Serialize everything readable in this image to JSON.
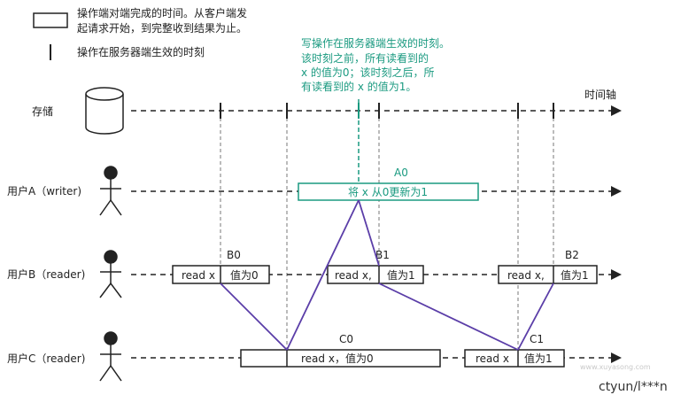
{
  "legend": {
    "box_line1": "操作端对端完成的时间。从客户端发",
    "box_line2": "起请求开始，到完整收到结果为止。",
    "tick_label": "操作在服务器端生效的时刻"
  },
  "note": {
    "line1": "写操作在服务器端生效的时刻。",
    "line2": "该时刻之前，所有读看到的",
    "line3": "x 的值为0；该时刻之后，所",
    "line4": "有读看到的 x 的值为1。"
  },
  "timeline": {
    "axis_label": "时间轴"
  },
  "rows": {
    "storage": "存储",
    "user_a": "用户A（writer)",
    "user_b": "用户B（reader)",
    "user_c": "用户C（reader)"
  },
  "ops": {
    "a0": {
      "id": "A0",
      "text": "将 x 从0更新为1"
    },
    "b0": {
      "id": "B0",
      "left": "read x",
      "right": "值为0"
    },
    "b1": {
      "id": "B1",
      "left": "read x,",
      "right": "值为1"
    },
    "b2": {
      "id": "B2",
      "left": "read x,",
      "right": "值为1"
    },
    "c0": {
      "id": "C0",
      "text": "read x，值为0"
    },
    "c1": {
      "id": "C1",
      "left": "read x",
      "right": "值为1"
    }
  },
  "watermark": {
    "site": "www.xuyasong.com",
    "footer": "ctyun/l***n"
  },
  "colors": {
    "accent_teal": "#1a9a80",
    "link_purple": "#5b3ea8",
    "line": "#222222"
  }
}
